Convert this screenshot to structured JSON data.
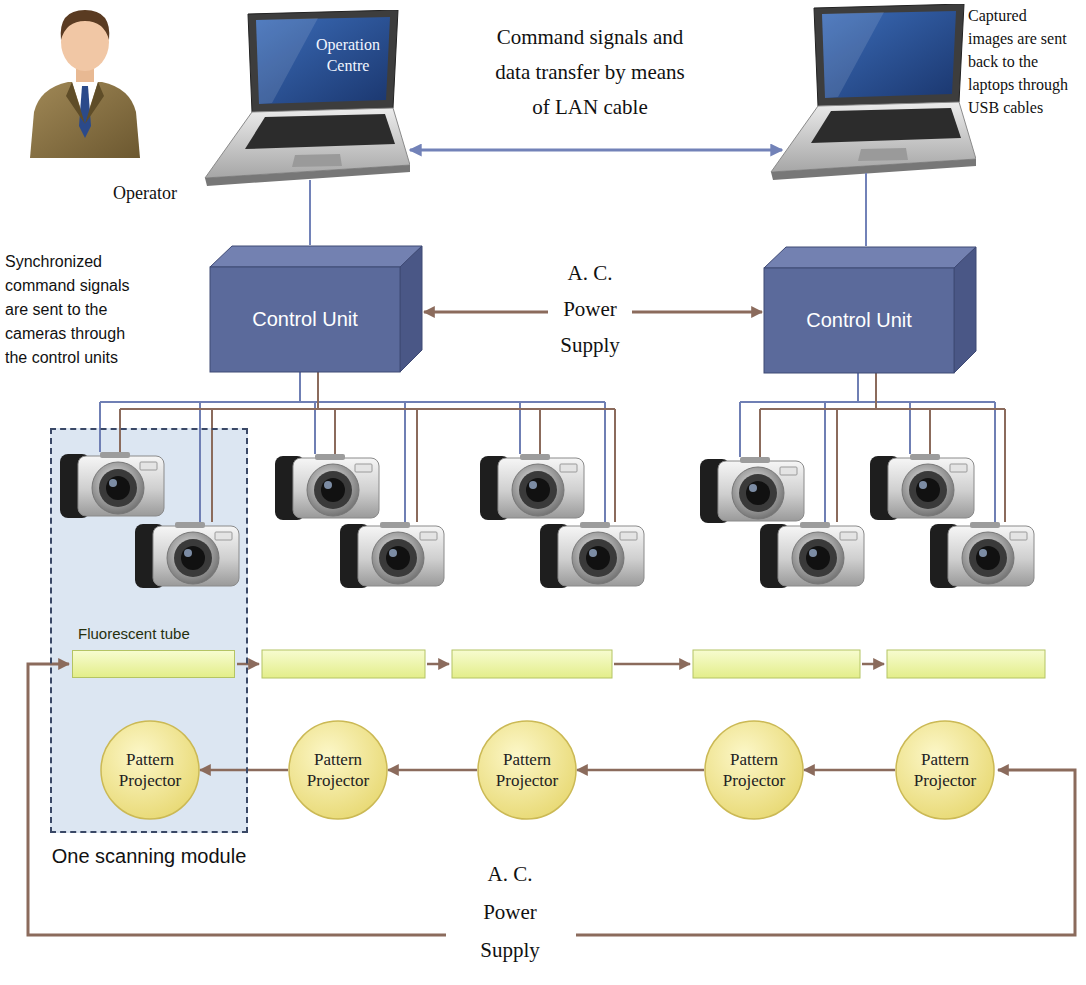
{
  "diagram": {
    "nodes": [
      {
        "text": [
          "Operation Centre"
        ]
      },
      {
        "text": [
          "Control Unit"
        ]
      },
      {
        "text": [
          "Control Unit"
        ]
      },
      {
        "text": [
          "One scanning module"
        ]
      },
      {
        "text": [
          "Fluorescent tube"
        ],
        "in": 3
      },
      {
        "text": [
          "Pattern Projector"
        ],
        "in": 3
      },
      {
        "text": [
          "Pattern Projector"
        ]
      },
      {
        "text": [
          "Pattern Projector"
        ]
      },
      {
        "text": [
          "Pattern Projector"
        ]
      },
      {
        "text": [
          "Pattern Projector"
        ]
      }
    ],
    "edges": [
      {
        "from": 0,
        "to": 1,
        "arrow": "none"
      },
      {
        "from": 9,
        "to": 8,
        "arrow": "to"
      },
      {
        "from": 8,
        "to": 7,
        "arrow": "to"
      },
      {
        "from": 7,
        "to": 6,
        "arrow": "to"
      },
      {
        "from": 6,
        "to": 5,
        "arrow": "to"
      }
    ],
    "labels": [
      "Operator",
      "Command signals and data transfer by means of LAN cable",
      "Captured images are sent back to the laptops through USB cables",
      "Synchronized command signals are sent to the cameras through the control units",
      "A. C. Power Supply",
      "A. C. Power Supply"
    ]
  }
}
